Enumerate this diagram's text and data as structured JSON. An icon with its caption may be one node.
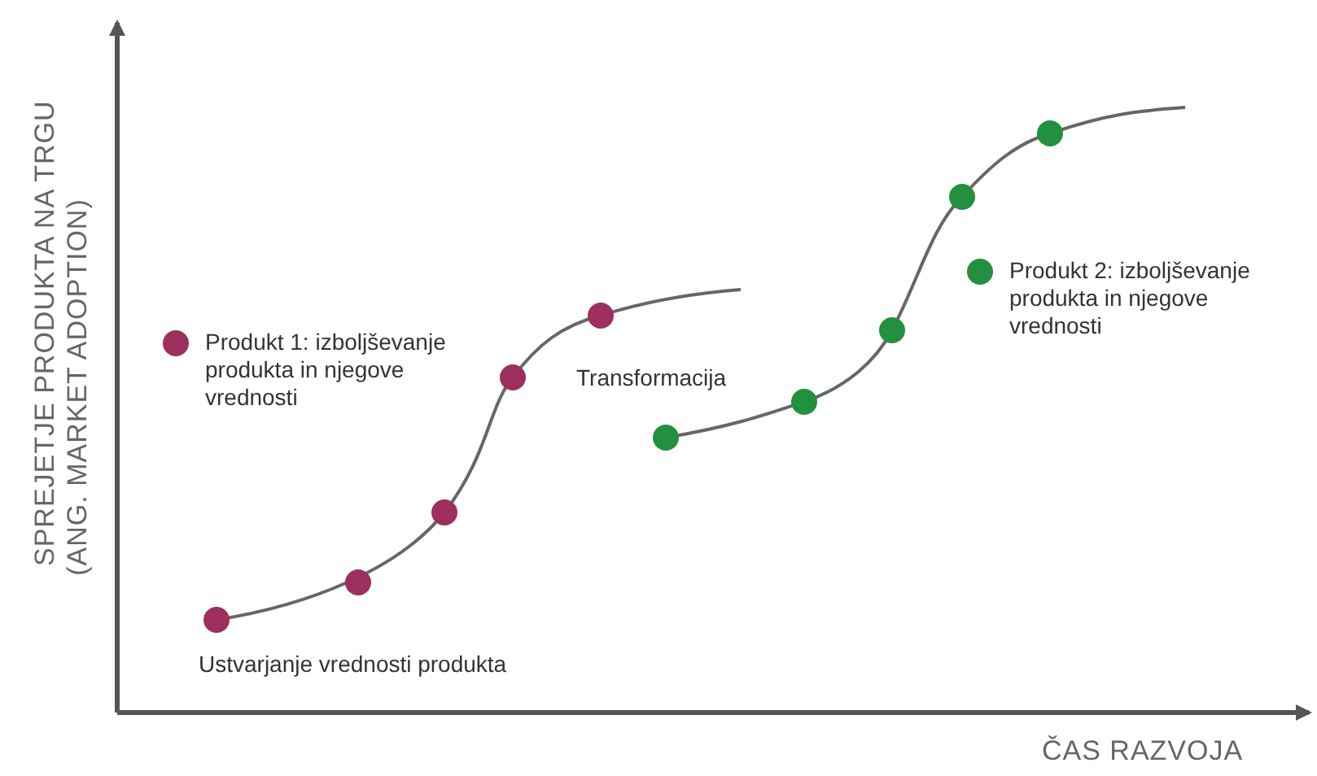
{
  "diagram": {
    "labels": [
      "SPREJETJE PRODUKTA NA TRGU",
      "(ANG. MARKET ADOPTION)",
      "ČAS RAZVOJA",
      "Transformacija",
      "Ustvarjanje vrednosti produkta"
    ],
    "legend": [
      {
        "text": "Produkt 1: izboljševanje produkta in njegove vrednosti",
        "color": "#9c2f5e"
      },
      {
        "text": "Produkt 2: izboljševanje produkta in njegove vrednosti",
        "color": "#22903f"
      }
    ]
  }
}
